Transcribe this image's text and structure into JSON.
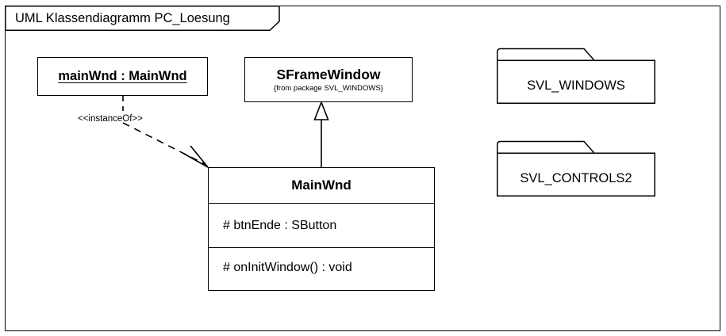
{
  "diagram": {
    "title": "UML Klassendiagramm PC_Loesung",
    "background_color": "#ffffff",
    "line_color": "#000000"
  },
  "object_box": {
    "name": "mainWnd : MainWnd"
  },
  "sframe_class": {
    "name": "SFrameWindow",
    "from_package": "{from package SVL_WINDOWS}"
  },
  "mainwnd_class": {
    "name": "MainWnd",
    "attributes": [
      "# btnEnde : SButton"
    ],
    "operations": [
      "# onInitWindow() : void"
    ]
  },
  "packages": [
    {
      "name": "SVL_WINDOWS"
    },
    {
      "name": "SVL_CONTROLS2"
    }
  ],
  "relationships": {
    "instance_of_label": "<<instanceOf>>",
    "generalization": {
      "from": "MainWnd",
      "to": "SFrameWindow"
    }
  }
}
